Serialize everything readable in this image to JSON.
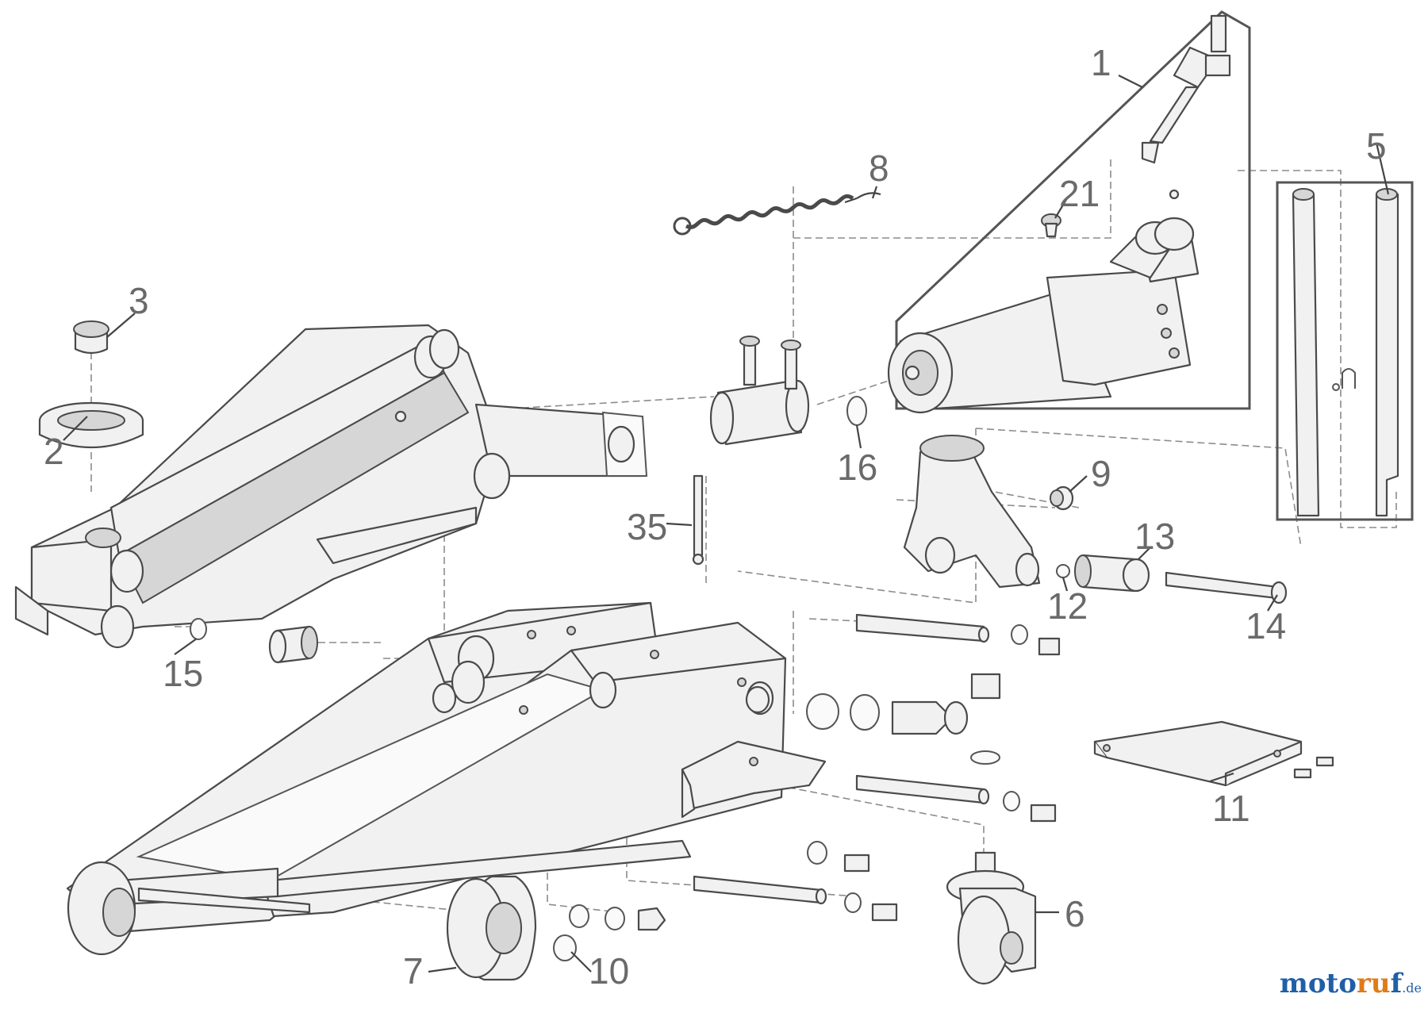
{
  "labels": {
    "p1": "1",
    "p2": "2",
    "p3": "3",
    "p5": "5",
    "p6": "6",
    "p7": "7",
    "p8": "8",
    "p9": "9",
    "p10": "10",
    "p11": "11",
    "p12": "12",
    "p13": "13",
    "p14": "14",
    "p15": "15",
    "p16": "16",
    "p21": "21",
    "p35": "35"
  },
  "watermark": {
    "part_a": "moto",
    "part_b": "ru",
    "part_c": "f",
    "suffix": ".de"
  },
  "colors": {
    "label": "#6a6a6a",
    "stroke": "#4a4a4a",
    "watermark_blue": "#1f5fa8",
    "watermark_orange": "#e07b1a"
  }
}
